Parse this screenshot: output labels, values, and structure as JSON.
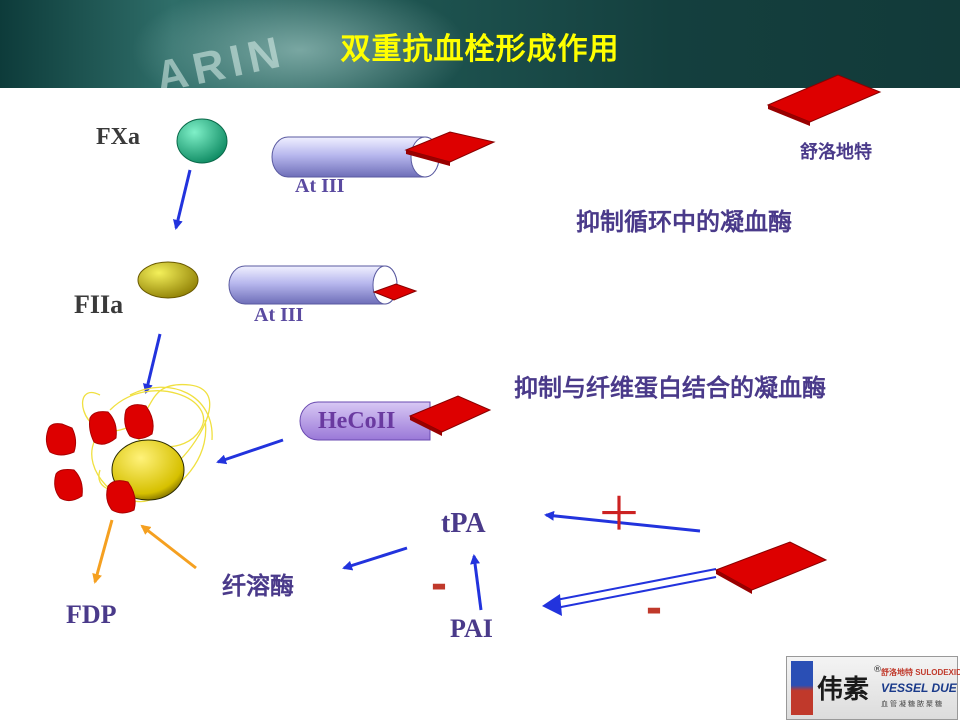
{
  "header": {
    "title": "双重抗血栓形成作用",
    "bg_text": "ARIN"
  },
  "legend": {
    "drug_label": "舒洛地特"
  },
  "nodes": {
    "fxa": "FXa",
    "fiia": "FIIa",
    "at3_top": "At III",
    "at3_mid": "At III",
    "hecoii": "HeCoII",
    "tpa": "tPA",
    "pai": "PAI",
    "fibrinolysin": "纤溶酶",
    "fdp": "FDP"
  },
  "annotations": {
    "inhibit_circulating": "抑制循环中的凝血酶",
    "inhibit_fibrin_bound": "抑制与纤维蛋白结合的凝血酶",
    "plus": "＋",
    "minus_left": "-",
    "minus_right": "-"
  },
  "logo": {
    "brand": "伟素",
    "registered": "®",
    "line1": "舒洛地特 SULODEXIDE",
    "line2": "VESSEL DUE F",
    "line3": "血管凝糖脓聚糖"
  },
  "colors": {
    "title": "#ffff00",
    "header_bg": "#1f5652",
    "drug_red": "#dd0000",
    "arrow_blue": "#2233dd",
    "arrow_orange": "#f5a020",
    "fxa_green": "#1aaa80",
    "fiia_yellow": "#c8b400",
    "text_purple": "#4a3a8a"
  }
}
